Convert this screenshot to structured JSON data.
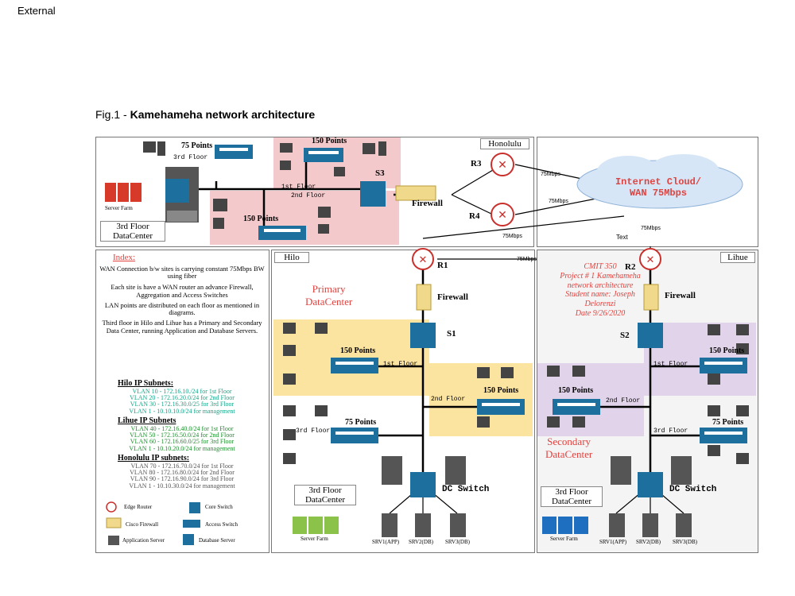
{
  "header": {
    "classification": "External"
  },
  "figure": {
    "prefix": "Fig.1 - ",
    "title": "Kamehameha network architecture"
  },
  "colors": {
    "pink_zone": "#f3c9cc",
    "yellow_zone": "#fbe3a0",
    "purple_zone": "#e1d3ea",
    "switch_blue": "#1d6f9e",
    "router_red": "#c9302c",
    "red_title": "#e0433f"
  },
  "honolulu": {
    "site_label": "Honolulu",
    "floor3_points": "75 Points",
    "floor3_label": "3rd Floor",
    "floor1_points": "150 Points",
    "floor1_label": "1st Floor",
    "floor2_label": "2nd Floor",
    "floor2_points": "150 Points",
    "core_label": "S3",
    "firewall_label": "Firewall",
    "server_farm": "Server Farm",
    "dc_label_line1": "3rd Floor",
    "dc_label_line2": "DataCenter",
    "r3": "R3",
    "r4": "R4"
  },
  "wan": {
    "cloud_line1": "Internet Cloud/",
    "cloud_line2": "WAN 75Mbps",
    "link_r3": "75Mbps",
    "link_r4": "75Mbps",
    "link_hilo": "75Mbps",
    "link_r1": "75Mbps",
    "link_lihue": "75Mbps",
    "text_label": "Text"
  },
  "index": {
    "title": "Index:",
    "p1": "WAN Connection b/w sites is carrying constant 75Mbps BW using fiber",
    "p2": "Each site is have a WAN router an advance Firewall, Aggregation and Access Switches",
    "p3": "LAN points are distributed on each floor as mentioned in diagrams.",
    "p4": "Third floor in Hilo and Lihue has a Primary and Secondary Data Center, running Application and Database Servers.",
    "hilo_title": "Hilo IP Subnets:",
    "hilo": [
      "VLAN 10 - 172.16.10./24 for 1st Floor",
      "VLAN 20 - 172.16.20.0/24 for 2nd Floor",
      "VLAN 30 - 172.16.30.0/25 for 3rd Floor",
      "VLAN 1 - 10.10.10.0/24 for management"
    ],
    "lihue_title": "Lihue IP Subnets",
    "lihue": [
      "VLAN 40 - 172.16.40.0/24 for 1st Floor",
      "VLAN 50 - 172.16.50.0/24 for 2nd Floor",
      "VLAN 60 - 172.16.60.0/25 for 3rd Floor",
      "VLAN 1 - 10.10.20.0/24 for management"
    ],
    "honolulu_title": "Honolulu IP subnets:",
    "honolulu": [
      "VLAN 70 - 172.16.70.0/24 for 1st Floor",
      "VLAN 80 - 172.16.80.0/24 for 2nd Floor",
      "VLAN 90 - 172.16.90.0/24 for 3rd Floor",
      "VLAN 1 - 10.10.30.0/24 for management"
    ],
    "legend": {
      "edge_router": "Edge Router",
      "core_switch": "Core Switch",
      "cisco_firewall": "Cisco Firewall",
      "access_switch": "Access Switch",
      "app_server": "Application Server",
      "db_server": "Database Server"
    }
  },
  "hilo": {
    "site_label": "Hilo",
    "r1": "R1",
    "firewall": "Firewall",
    "s1": "S1",
    "primary_line1": "Primary",
    "primary_line2": "DataCenter",
    "floor1_points": "150 Points",
    "floor1_label": "1st Floor",
    "floor2_points": "150 Points",
    "floor2_label": "2nd Floor",
    "floor3_points": "75 Points",
    "floor3_label": "3rd Floor",
    "dc_switch": "DC Switch",
    "dc_label_line1": "3rd Floor",
    "dc_label_line2": "DataCenter",
    "server_farm": "Server Farm",
    "srv1": "SRV1(APP)",
    "srv2": "SRV2(DB)",
    "srv3": "SRV3(DB)"
  },
  "lihue": {
    "site_label": "Lihue",
    "r2": "R2",
    "firewall": "Firewall",
    "s2": "S2",
    "note": [
      "CMIT 350",
      "Project # 1 Kamehameha",
      "network architecture",
      "Student name: Joseph",
      "Delorenzi",
      "Date 9/26/2020"
    ],
    "floor1_points": "150 Points",
    "floor1_label": "1st Floor",
    "floor2_points": "150 Points",
    "floor2_label": "2nd Floor",
    "floor3_points": "75 Points",
    "floor3_label": "3rd Floor",
    "secondary_line1": "Secondary",
    "secondary_line2": "DataCenter",
    "dc_switch": "DC Switch",
    "dc_label_line1": "3rd Floor",
    "dc_label_line2": "DataCenter",
    "server_farm": "Server Farm",
    "srv1": "SRV1(APP)",
    "srv2": "SRV2(DB)",
    "srv3": "SRV3(DB)"
  }
}
